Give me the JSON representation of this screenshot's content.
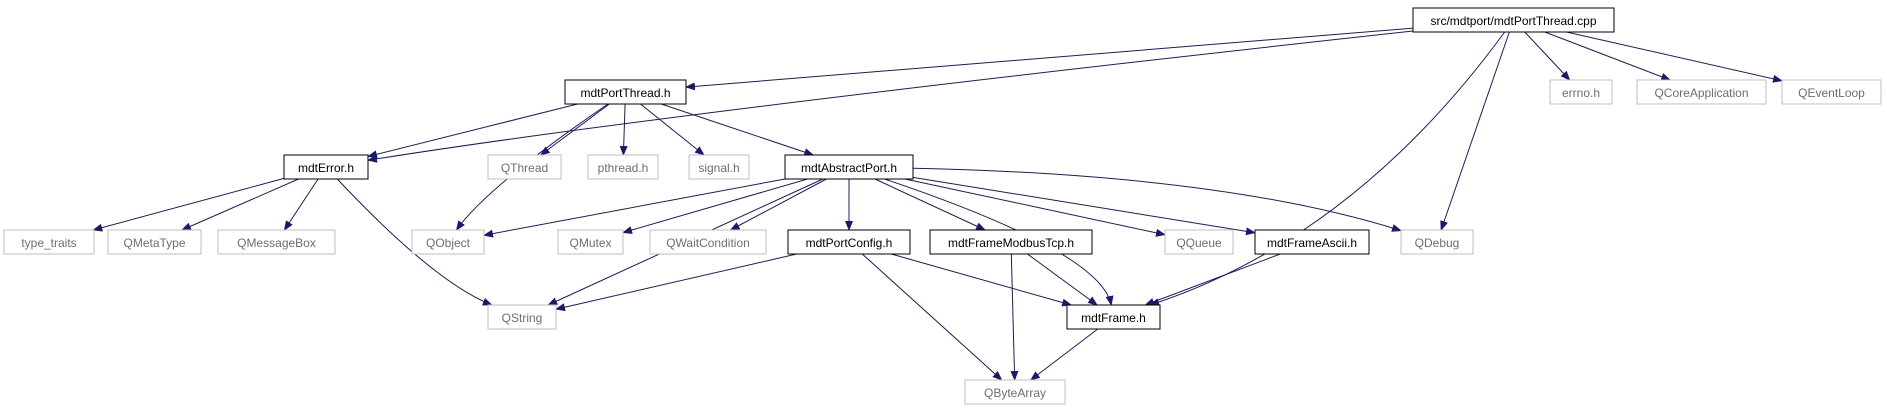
{
  "diagram": {
    "type": "include-dependency-graph",
    "colors": {
      "edge": "#191970",
      "root_fill": "#bfbfbf",
      "node_border_documented": "#000000",
      "node_border_external": "#bfbfbf",
      "text_documented": "#000000",
      "text_external": "#6e6e6e"
    },
    "nodes": [
      {
        "id": "root",
        "label": "src/mdtport/mdtPortThread.cpp",
        "kind": "root"
      },
      {
        "id": "portthread_h",
        "label": "mdtPortThread.h",
        "kind": "documented"
      },
      {
        "id": "errno_h",
        "label": "errno.h",
        "kind": "external"
      },
      {
        "id": "qcoreapp",
        "label": "QCoreApplication",
        "kind": "external"
      },
      {
        "id": "qeventloop",
        "label": "QEventLoop",
        "kind": "external"
      },
      {
        "id": "mdterror_h",
        "label": "mdtError.h",
        "kind": "documented"
      },
      {
        "id": "qthread",
        "label": "QThread",
        "kind": "external"
      },
      {
        "id": "pthread_h",
        "label": "pthread.h",
        "kind": "external"
      },
      {
        "id": "signal_h",
        "label": "signal.h",
        "kind": "external"
      },
      {
        "id": "abstractport_h",
        "label": "mdtAbstractPort.h",
        "kind": "documented"
      },
      {
        "id": "type_traits",
        "label": "type_traits",
        "kind": "external"
      },
      {
        "id": "qmetatype",
        "label": "QMetaType",
        "kind": "external"
      },
      {
        "id": "qmessagebox",
        "label": "QMessageBox",
        "kind": "external"
      },
      {
        "id": "qobject",
        "label": "QObject",
        "kind": "external"
      },
      {
        "id": "qmutex",
        "label": "QMutex",
        "kind": "external"
      },
      {
        "id": "qwaitcondition",
        "label": "QWaitCondition",
        "kind": "external"
      },
      {
        "id": "portconfig_h",
        "label": "mdtPortConfig.h",
        "kind": "documented"
      },
      {
        "id": "framemodbustcp_h",
        "label": "mdtFrameModbusTcp.h",
        "kind": "documented"
      },
      {
        "id": "qqueue",
        "label": "QQueue",
        "kind": "external"
      },
      {
        "id": "frameascii_h",
        "label": "mdtFrameAscii.h",
        "kind": "documented"
      },
      {
        "id": "qdebug",
        "label": "QDebug",
        "kind": "external"
      },
      {
        "id": "qstring",
        "label": "QString",
        "kind": "external"
      },
      {
        "id": "mdtframe_h",
        "label": "mdtFrame.h",
        "kind": "documented"
      },
      {
        "id": "qbytearray",
        "label": "QByteArray",
        "kind": "external"
      }
    ],
    "edges": [
      {
        "from": "root",
        "to": "portthread_h"
      },
      {
        "from": "root",
        "to": "mdterror_h"
      },
      {
        "from": "root",
        "to": "errno_h"
      },
      {
        "from": "root",
        "to": "qcoreapp"
      },
      {
        "from": "root",
        "to": "qeventloop"
      },
      {
        "from": "root",
        "to": "qdebug"
      },
      {
        "from": "root",
        "to": "mdtframe_h"
      },
      {
        "from": "portthread_h",
        "to": "mdterror_h"
      },
      {
        "from": "portthread_h",
        "to": "qobject"
      },
      {
        "from": "portthread_h",
        "to": "qthread"
      },
      {
        "from": "portthread_h",
        "to": "pthread_h"
      },
      {
        "from": "portthread_h",
        "to": "signal_h"
      },
      {
        "from": "portthread_h",
        "to": "abstractport_h"
      },
      {
        "from": "mdterror_h",
        "to": "type_traits"
      },
      {
        "from": "mdterror_h",
        "to": "qmetatype"
      },
      {
        "from": "mdterror_h",
        "to": "qmessagebox"
      },
      {
        "from": "mdterror_h",
        "to": "qstring"
      },
      {
        "from": "abstractport_h",
        "to": "qobject"
      },
      {
        "from": "abstractport_h",
        "to": "qstring"
      },
      {
        "from": "abstractport_h",
        "to": "qmutex"
      },
      {
        "from": "abstractport_h",
        "to": "qwaitcondition"
      },
      {
        "from": "abstractport_h",
        "to": "portconfig_h"
      },
      {
        "from": "abstractport_h",
        "to": "framemodbustcp_h"
      },
      {
        "from": "abstractport_h",
        "to": "qqueue"
      },
      {
        "from": "abstractport_h",
        "to": "frameascii_h"
      },
      {
        "from": "abstractport_h",
        "to": "qdebug"
      },
      {
        "from": "abstractport_h",
        "to": "mdtframe_h"
      },
      {
        "from": "portconfig_h",
        "to": "qstring"
      },
      {
        "from": "portconfig_h",
        "to": "mdtframe_h"
      },
      {
        "from": "portconfig_h",
        "to": "qbytearray"
      },
      {
        "from": "framemodbustcp_h",
        "to": "mdtframe_h"
      },
      {
        "from": "framemodbustcp_h",
        "to": "qbytearray"
      },
      {
        "from": "frameascii_h",
        "to": "mdtframe_h"
      },
      {
        "from": "mdtframe_h",
        "to": "qbytearray"
      }
    ]
  }
}
